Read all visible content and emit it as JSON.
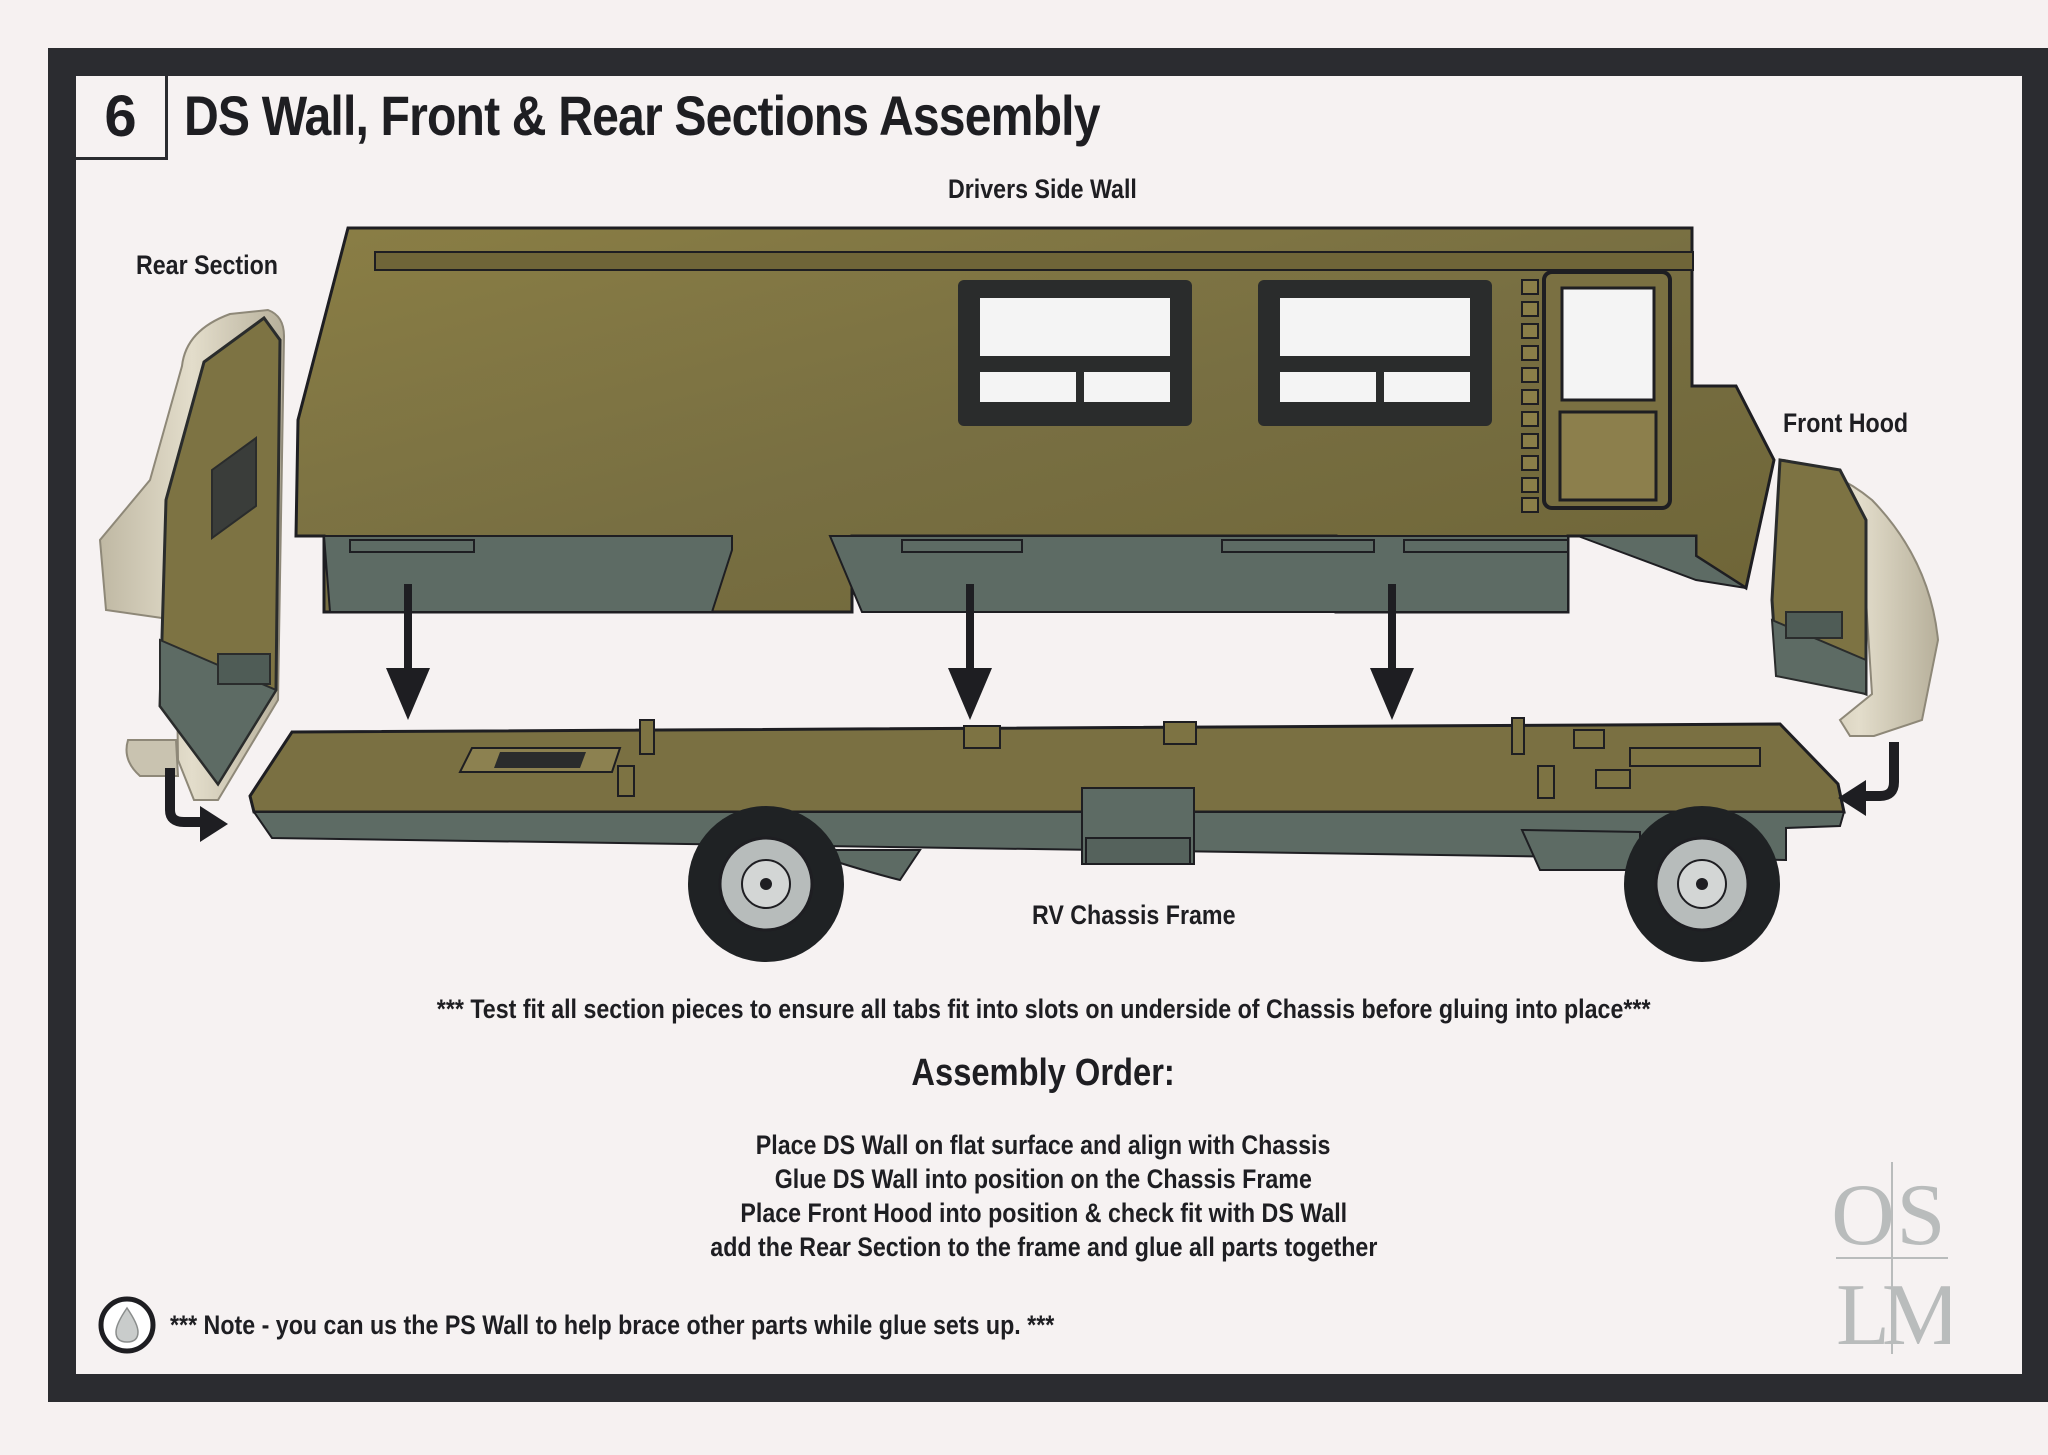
{
  "step_number": "6",
  "title": "DS Wall, Front & Rear Sections Assembly",
  "labels": {
    "drivers_side_wall": "Drivers Side Wall",
    "rear_section": "Rear Section",
    "front_hood": "Front Hood",
    "chassis": "RV Chassis Frame"
  },
  "test_fit_note": "*** Test fit all section pieces to ensure all tabs fit into slots on underside of Chassis before gluing into place***",
  "assembly": {
    "heading": "Assembly Order:",
    "steps": [
      "Place DS Wall on flat surface and align with Chassis",
      "Glue DS Wall into position on the Chassis Frame",
      "Place Front Hood into position & check fit with DS Wall",
      "add the Rear Section to the frame and glue all parts together"
    ]
  },
  "bottom_note": "*** Note - you can us the PS Wall to help brace other parts while glue sets up. ***",
  "logo": {
    "top_row": "OS",
    "bottom_row": "LM"
  },
  "icons": [
    "glue-drop-icon",
    "down-arrow-icon",
    "curved-arrow-icon"
  ],
  "colors": {
    "frame": "#2b2c30",
    "background": "#f6f2f2",
    "wall_olive": "#7e7440",
    "underside_gray": "#5d6b64",
    "rear_section_cream": "#d8d2c0",
    "text": "#1e1e22"
  }
}
